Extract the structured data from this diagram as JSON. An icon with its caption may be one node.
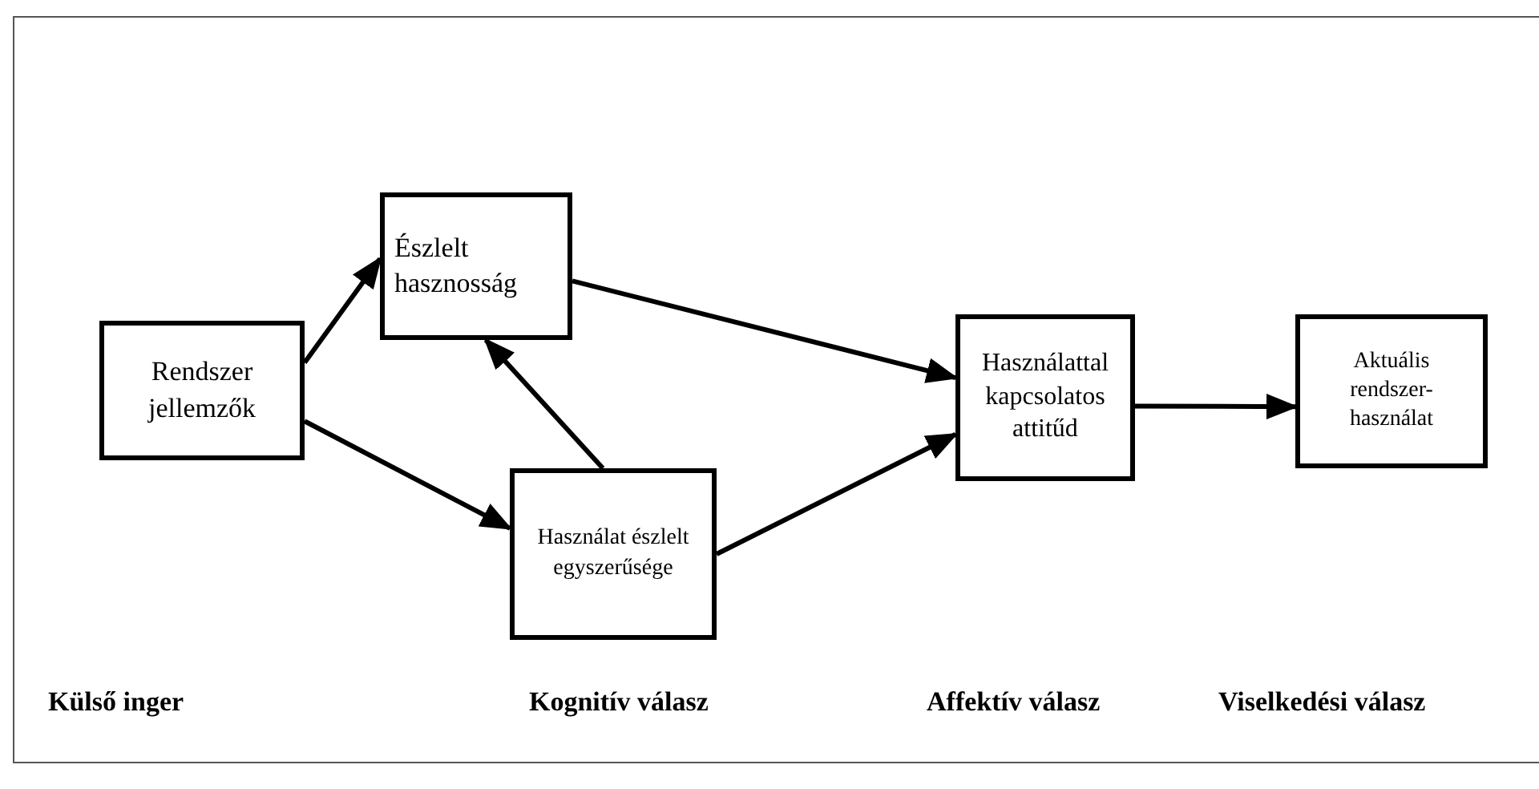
{
  "diagram": {
    "nodes": [
      {
        "text": [
          "Rendszer jellemzők"
        ]
      },
      {
        "text": [
          "Észlelt hasznosság"
        ]
      },
      {
        "text": [
          "Használat észlelt egyszerűsége"
        ]
      },
      {
        "text": [
          "Használattal kapcsolatos attitűd"
        ]
      },
      {
        "text": [
          "Aktuális rendszer-használat"
        ]
      }
    ],
    "edges": [
      {
        "from": 0,
        "to": 1,
        "arrow": "to"
      },
      {
        "from": 0,
        "to": 2,
        "arrow": "to"
      },
      {
        "from": 2,
        "to": 1,
        "arrow": "to"
      },
      {
        "from": 1,
        "to": 3,
        "arrow": "to"
      },
      {
        "from": 2,
        "to": 3,
        "arrow": "to"
      },
      {
        "from": 3,
        "to": 4,
        "arrow": "to"
      }
    ],
    "labels": [
      "Külső inger",
      "Kognitív válasz",
      "Affektív válasz",
      "Viselkedési válasz"
    ]
  }
}
